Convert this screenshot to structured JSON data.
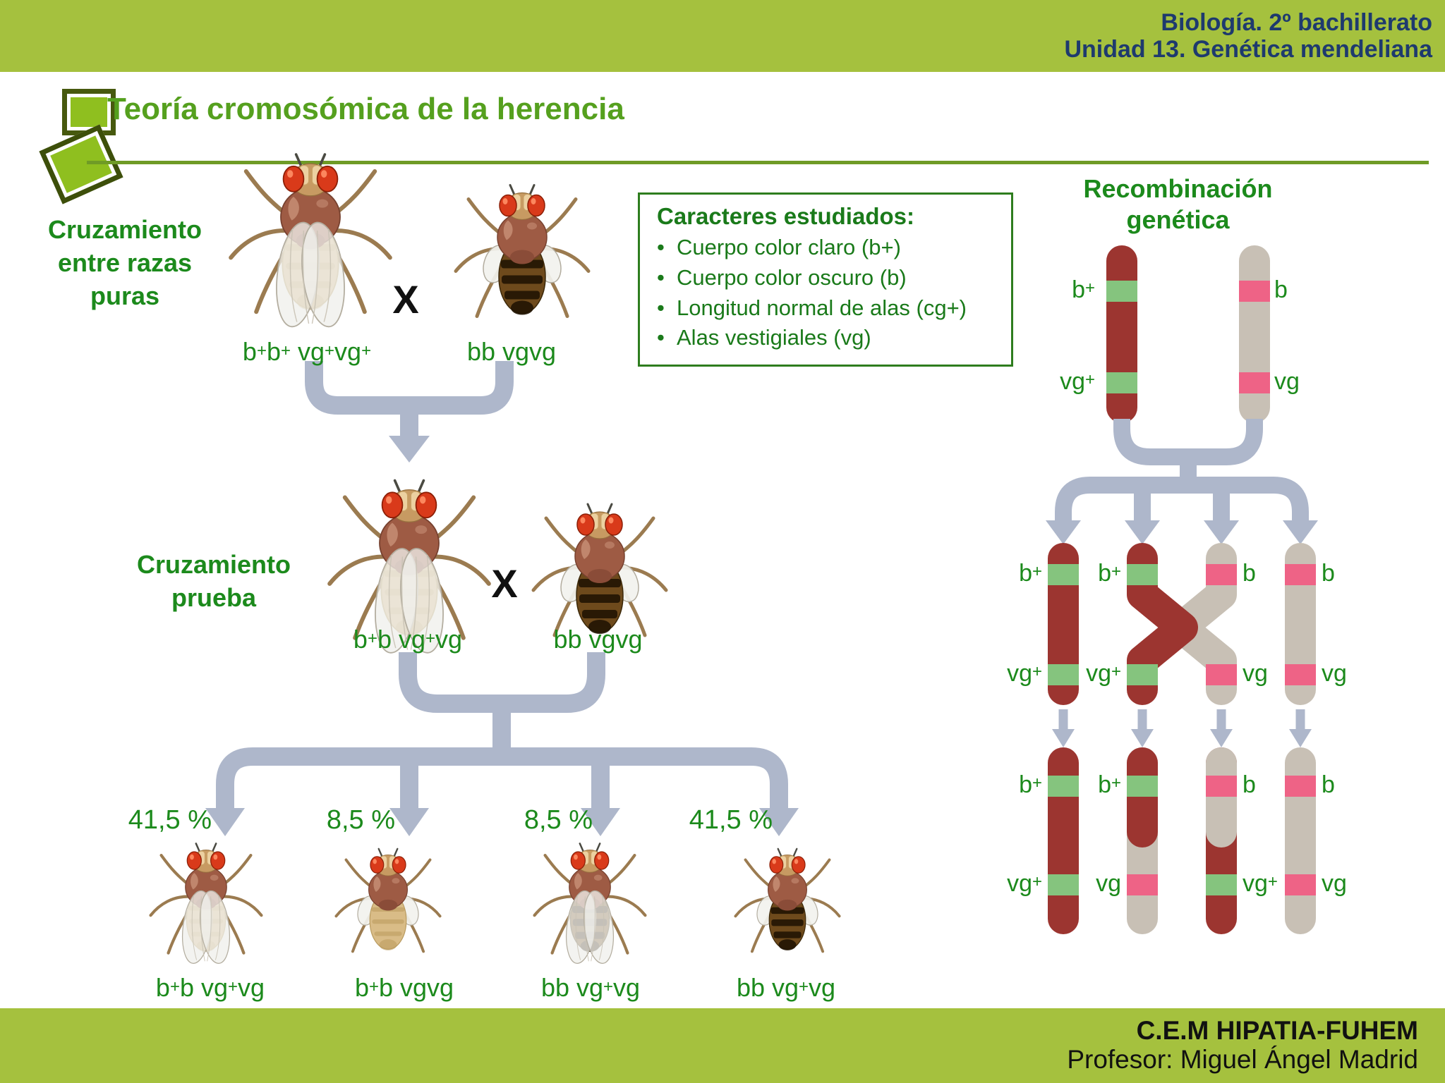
{
  "header": {
    "line1": "Biología. 2º bachillerato",
    "line2": "Unidad 13. Genética mendeliana"
  },
  "title": "Teoría cromosómica de la herencia",
  "footer": {
    "line1": "C.E.M HIPATIA-FUHEM",
    "line2": "Profesor: Miguel Ángel Madrid"
  },
  "traits_box": {
    "title": "Caracteres estudiados:",
    "items": [
      "Cuerpo color claro (b+)",
      "Cuerpo color oscuro (b)",
      "Longitud normal de alas (cg+)",
      "Alas vestigiales (vg)"
    ]
  },
  "crosses": {
    "cross1_label": "Cruzamiento entre razas puras",
    "cross2_label": "Cruzamiento prueba",
    "cross_symbol": "X",
    "parent1": {
      "genotype": "b+b+ vg+vg+",
      "phenotype": {
        "body": "light",
        "wings": "normal"
      }
    },
    "parent2": {
      "genotype": "bb vgvg",
      "phenotype": {
        "body": "dark",
        "wings": "vestigial"
      }
    },
    "f1": {
      "genotype": "b+b vg+vg",
      "phenotype": {
        "body": "light",
        "wings": "normal"
      }
    },
    "tester": {
      "genotype": "bb vgvg",
      "phenotype": {
        "body": "dark",
        "wings": "vestigial"
      }
    },
    "offspring": [
      {
        "percent": "41,5 %",
        "genotype": "b+b vg+vg",
        "phenotype": {
          "body": "light",
          "wings": "normal"
        }
      },
      {
        "percent": "8,5 %",
        "genotype": "b+b vgvg",
        "phenotype": {
          "body": "light",
          "wings": "vestigial"
        }
      },
      {
        "percent": "8,5 %",
        "genotype": "bb vg+vg",
        "phenotype": {
          "body": "dark",
          "wings": "normal"
        }
      },
      {
        "percent": "41,5 %",
        "genotype": "bb vg+vg",
        "phenotype": {
          "body": "dark",
          "wings": "vestigial"
        }
      }
    ]
  },
  "recombination": {
    "heading_line1": "Recombinación",
    "heading_line2": "genética",
    "row1_labels": {
      "left_top": "b+",
      "left_bottom": "vg+",
      "right_top": "b",
      "right_bottom": "vg"
    },
    "row2_labels": [
      "b+",
      "b+",
      "b",
      "b",
      "vg+",
      "vg+",
      "vg",
      "vg"
    ],
    "row3_labels": [
      "b+",
      "b+",
      "b",
      "b",
      "vg+",
      "vg",
      "vg+",
      "vg"
    ]
  },
  "colors": {
    "green-bar": "#a5c13e",
    "green-title": "#55a01e",
    "green-rule": "#6f9b26",
    "green-text": "#1c8a1c",
    "navy": "#1e3a6e",
    "arrow": "#aeb7cb",
    "chrom-red": "#9c3530",
    "chrom-gray": "#c8c0b5",
    "band-green": "#85c47e",
    "band-pink": "#ee6386"
  }
}
